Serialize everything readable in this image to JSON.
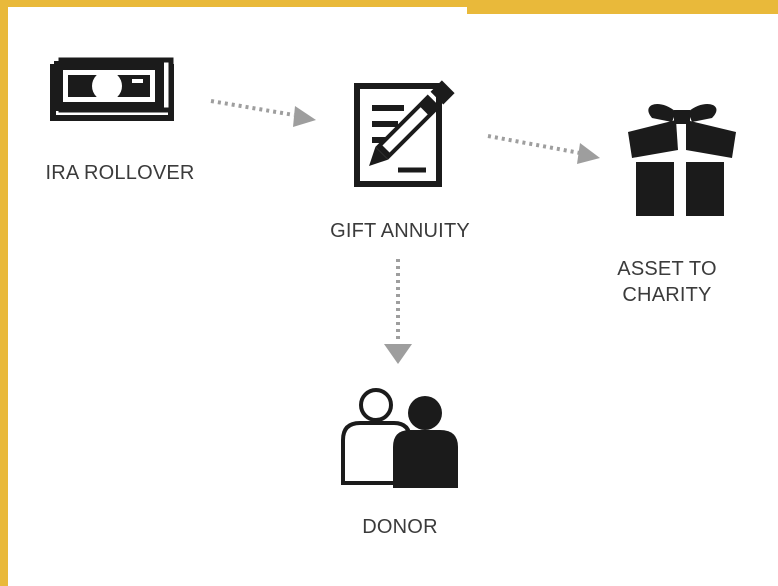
{
  "colors": {
    "frame": "#e9b93a",
    "icon": "#1b1b1b",
    "arrow": "#9e9e9e",
    "label": "#3b3b3b"
  },
  "nodes": {
    "ira_rollover": {
      "label": "IRA ROLLOVER",
      "icon": "money-icon"
    },
    "gift_annuity": {
      "label": "GIFT ANNUITY",
      "icon": "contract-icon"
    },
    "asset_to_charity": {
      "label_lines": [
        "ASSET TO",
        "CHARITY"
      ],
      "icon": "gift-icon"
    },
    "donor": {
      "label": "DONOR",
      "icon": "people-icon"
    }
  },
  "flows": [
    {
      "from": "ira_rollover",
      "to": "gift_annuity"
    },
    {
      "from": "gift_annuity",
      "to": "asset_to_charity"
    },
    {
      "from": "gift_annuity",
      "to": "donor"
    }
  ]
}
